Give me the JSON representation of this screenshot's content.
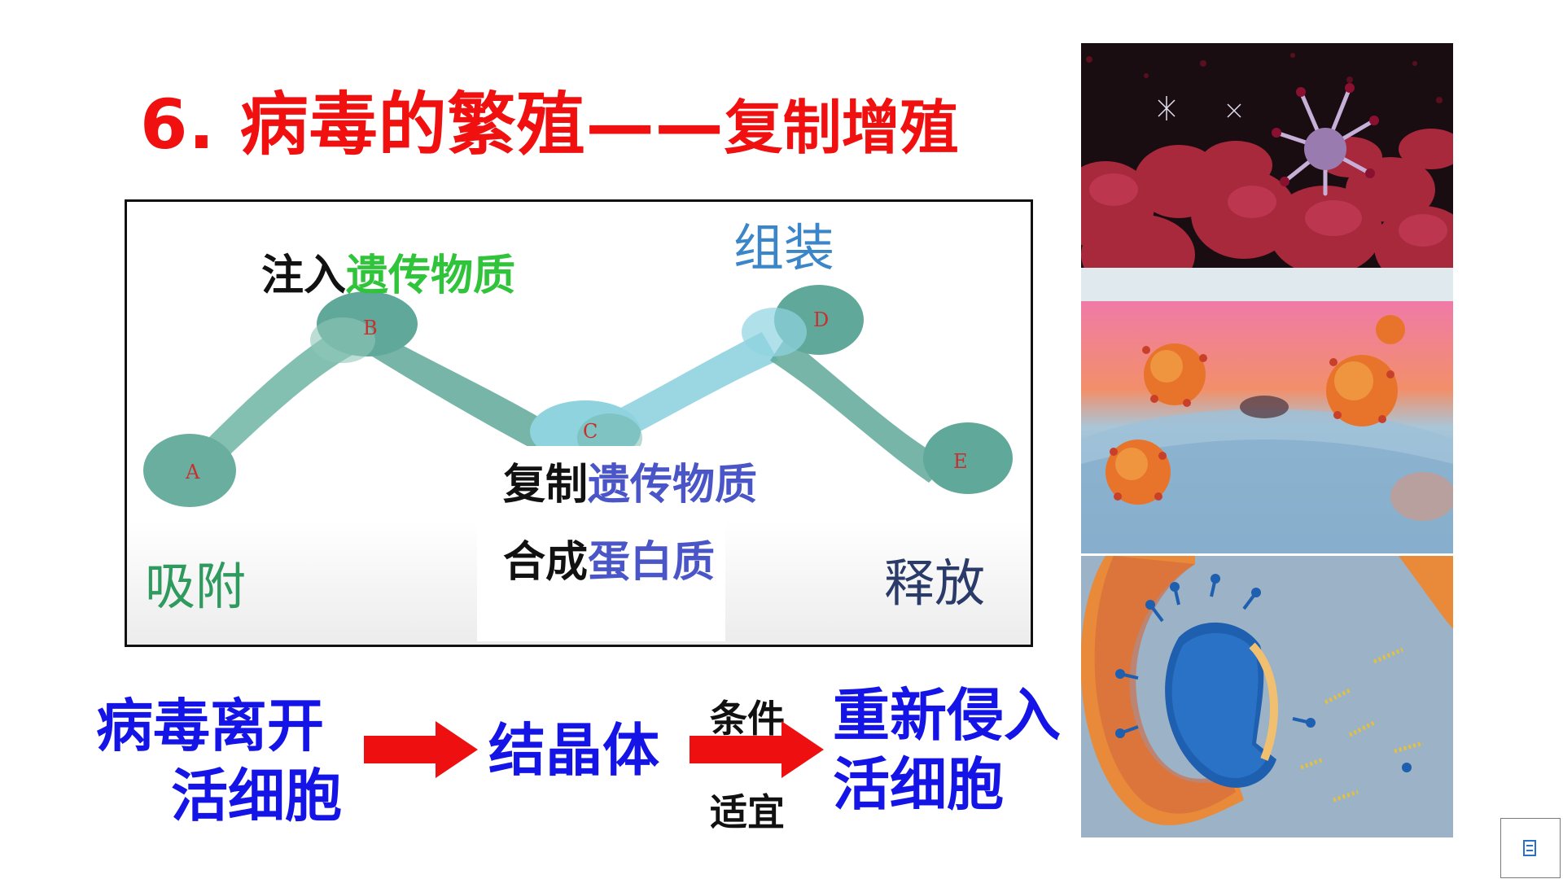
{
  "title": {
    "main": "6. 病毒的繁殖——",
    "sub": "复制增殖"
  },
  "diagram": {
    "inject_prefix": "注入",
    "inject_highlight": "遗传物质",
    "assemble": "组装",
    "attach": "吸附",
    "release": "释放",
    "replicate_prefix": "复制",
    "replicate_highlight": "遗传物质",
    "synth_prefix": "合成",
    "synth_highlight": "蛋白质",
    "nodes": [
      "A",
      "B",
      "C",
      "D",
      "E"
    ]
  },
  "flow": {
    "leave_line1": "病毒离开",
    "leave_line2": "活细胞",
    "crystal": "结晶体",
    "condition_top": "条件",
    "condition_bottom": "适宜",
    "reenter_line1": "重新侵入",
    "reenter_line2": "活细胞"
  },
  "colors": {
    "title": "#f01010",
    "flow_text": "#1414e6",
    "arrow": "#ee1010",
    "node": "#5fa89a",
    "node_light": "#8fd3df"
  },
  "icons": {
    "slide_button": "slide-film-icon"
  }
}
